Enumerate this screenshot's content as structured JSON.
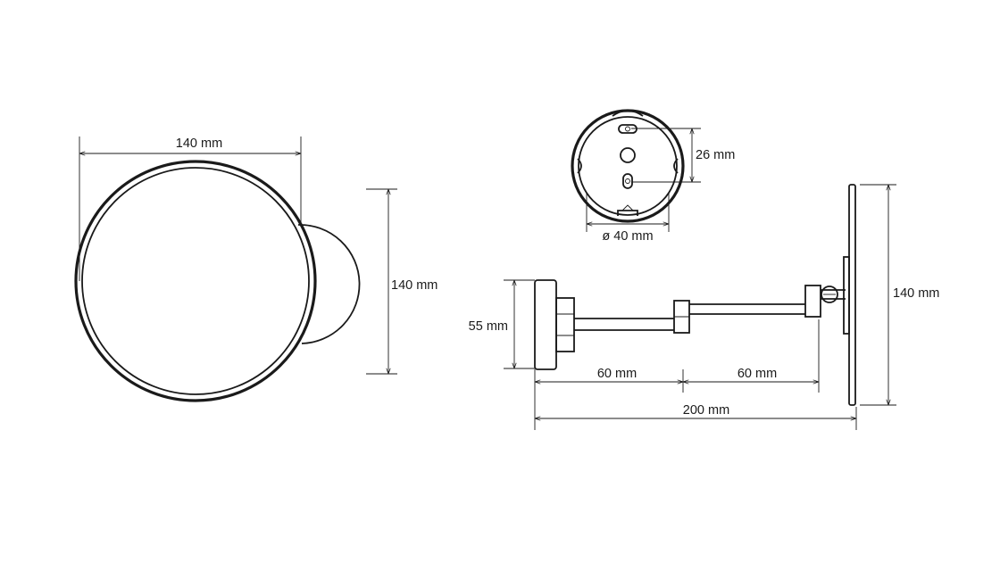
{
  "front_view": {
    "width_label": "140 mm",
    "height_label": "140 mm"
  },
  "back_plate": {
    "spacing_label": "26 mm",
    "diameter_label": "ø 40 mm"
  },
  "side_view": {
    "base_height_label": "55 mm",
    "arm_segment_1_label": "60 mm",
    "arm_segment_2_label": "60 mm",
    "total_length_label": "200 mm",
    "mirror_height_label": "140 mm"
  }
}
